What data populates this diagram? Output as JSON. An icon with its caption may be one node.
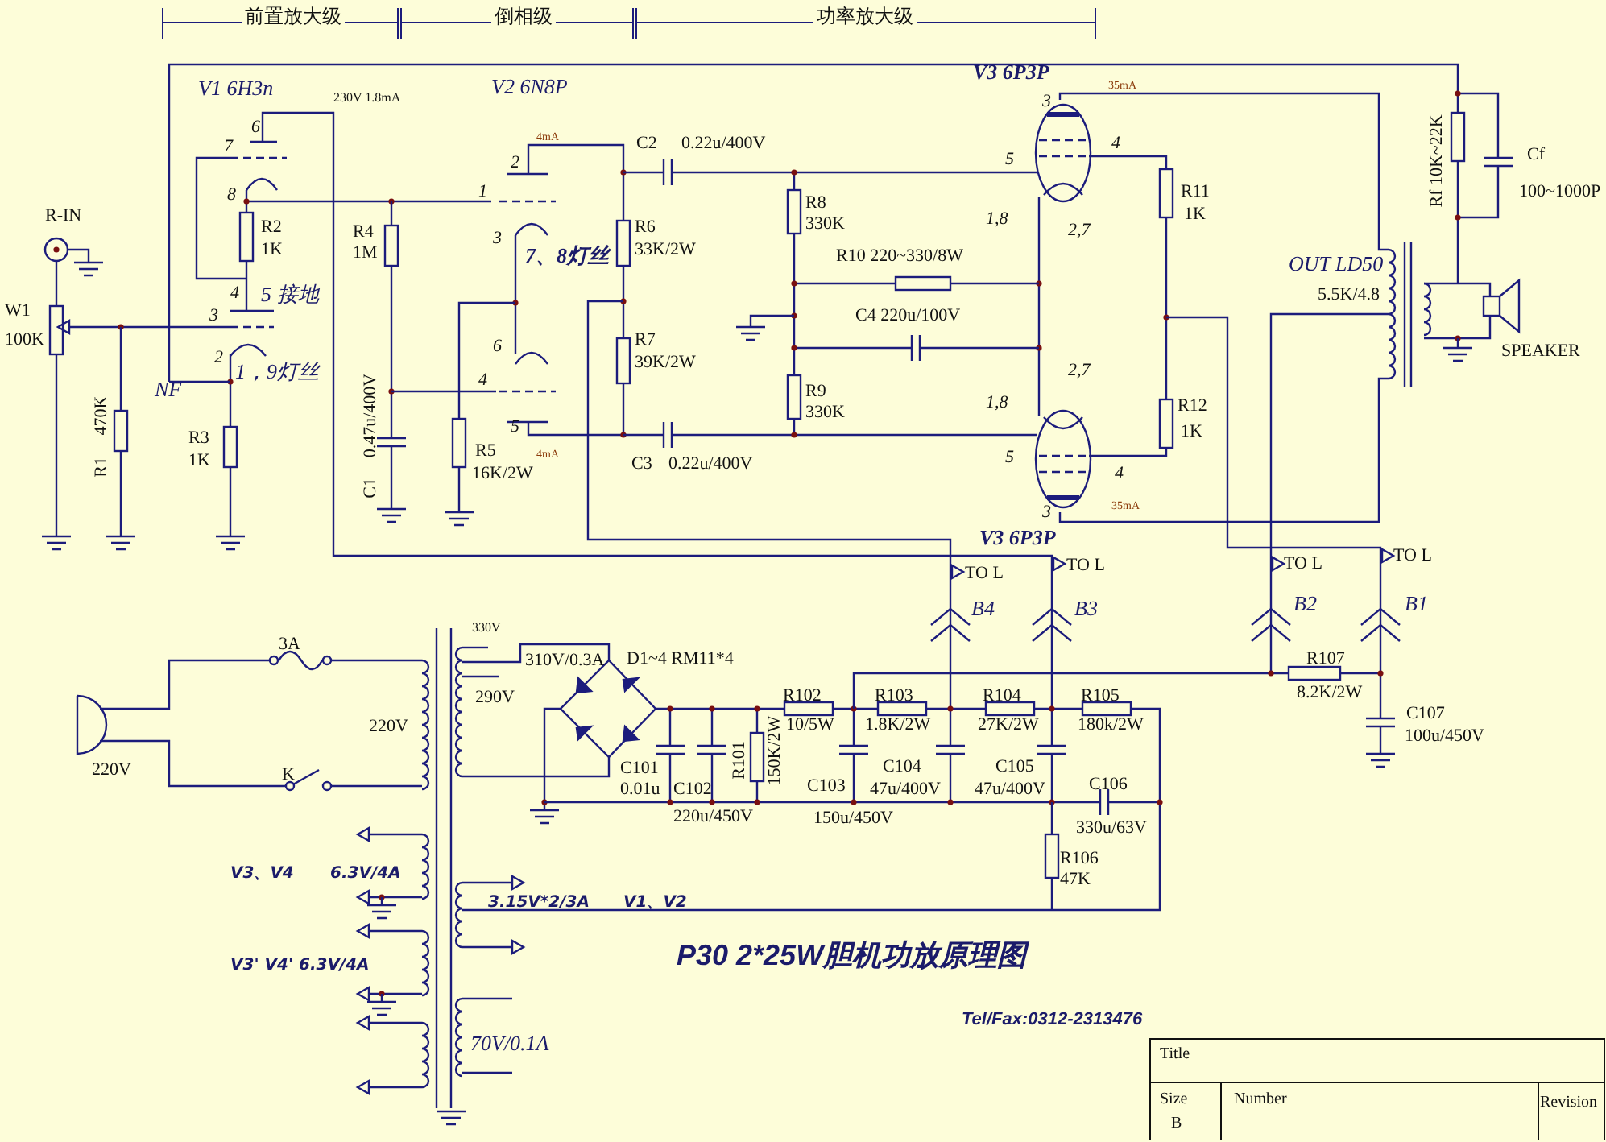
{
  "diagram": {
    "title": "P30 2*25W胆机功放原理图",
    "labels": [
      "前置放大级",
      "倒相级",
      "功率放大级",
      "V1 6H3n",
      "230V 1.8mA",
      "V2 6N8P",
      "V3 6P3P",
      "35mA",
      "Rf 10K~22K",
      "Cf",
      "100~1000P",
      "6",
      "4mA",
      "C2",
      "0.22u/400V",
      "3",
      "4",
      "7",
      "5",
      "2",
      "1",
      "8",
      "R8",
      "330K",
      "R2",
      "1K",
      "R4",
      "1M",
      "R6",
      "33K/2W",
      "R11",
      "1K",
      "R-IN",
      "1,8",
      "2,7",
      "3",
      "7、8灯丝",
      "R10 220~330/8W",
      "OUT LD50",
      "5.5K/4.8",
      "4",
      "5 接地",
      "W1",
      "C4 220u/100V",
      "3",
      "100K",
      "R7",
      "39K/2W",
      "SPEAKER",
      "6",
      "2",
      "1，9灯丝",
      "2,7",
      "4",
      "NF",
      "0.47u/400V",
      "470K",
      "1,8",
      "R9",
      "330K",
      "R12",
      "1K",
      "5",
      "R3",
      "1K",
      "R5",
      "16K/2W",
      "4mA",
      "5",
      "C3",
      "0.22u/400V",
      "4",
      "R1",
      "C1",
      "3",
      "35mA",
      "V3 6P3P",
      "TO L",
      "TO L",
      "TO L",
      "TO L",
      "B4",
      "B3",
      "B2",
      "B1",
      "330V",
      "3A",
      "310V/0.3A",
      "D1~4 RM11*4",
      "R107",
      "8.2K/2W",
      "R102",
      "R103",
      "R104",
      "R105",
      "290V",
      "C107",
      "220V",
      "10/5W",
      "1.8K/2W",
      "27K/2W",
      "180k/2W",
      "100u/450V",
      "R101",
      "150K/2W",
      "C101",
      "220V",
      "C104",
      "C105",
      "K",
      "0.01u",
      "C102",
      "C103",
      "47u/400V",
      "47u/400V",
      "C106",
      "220u/450V",
      "150u/450V",
      "330u/63V",
      "R106",
      "V3、V4",
      "6.3V/4A",
      "47K",
      "3.15V*2/3A",
      "V1、V2",
      "V3' V4' 6.3V/4A",
      "Tel/Fax:0312-2313476",
      "70V/0.1A",
      "Title",
      "Size",
      "Number",
      "Revision",
      "B"
    ]
  }
}
